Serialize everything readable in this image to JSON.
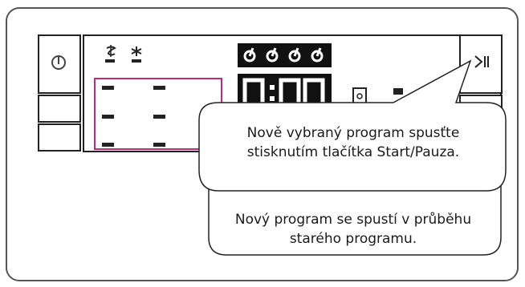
{
  "callouts": {
    "start_note": {
      "line1": "Nově vybraný program spusťte",
      "line2": "stisknutím tlačítka Start/Pauza."
    },
    "running_note": {
      "line1": "Nový program se spustí v průběhu",
      "line2": "starého programu."
    }
  },
  "colors": {
    "frame": "#555555",
    "panel_stroke": "#222222",
    "highlight": "#c0287a",
    "callout_fill": "#ffffff"
  },
  "icons": {
    "power": "power-icon",
    "start_pause": "start-pause-icon",
    "prewash": "prewash-icon",
    "drying": "drying-icon",
    "lock": "lock-icon",
    "digit_display": "time-display"
  }
}
